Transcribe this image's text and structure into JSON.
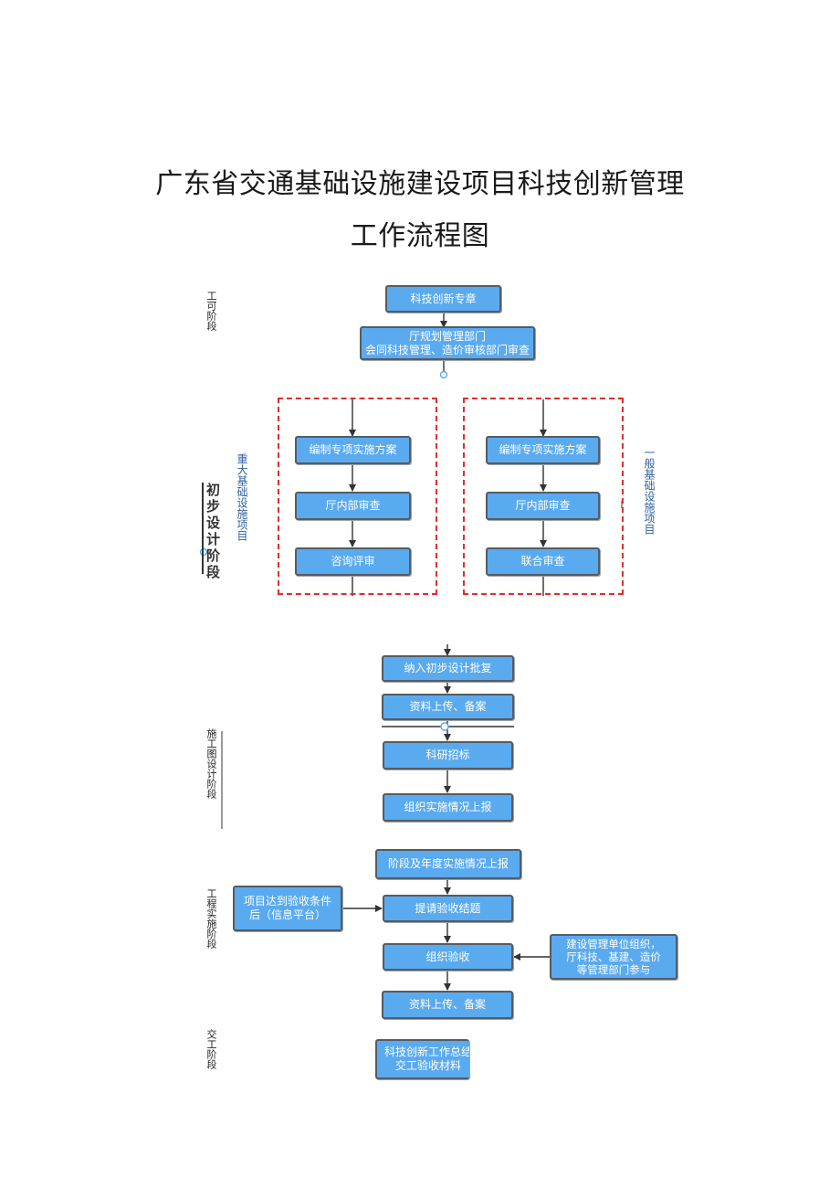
{
  "title": {
    "line1": "广东省交通基础设施建设项目科技创新管理",
    "line2": "工作流程图"
  },
  "stages": {
    "project_approval": "工可阶段",
    "preliminary_design": "初步设计阶段",
    "construction_drawing": "施工图设计阶段",
    "construction": "工程实施阶段",
    "handover": "交工阶段"
  },
  "categories": {
    "major": "重大基础设施项目",
    "general": "一般基础设施项目"
  },
  "nodes": {
    "n1": "科技创新专章",
    "n2_line1": "厅规划管理部门",
    "n2_line2": "会同科技管理、造价审核部门审查",
    "l1": "编制专项实施方案",
    "l2": "厅内部审查",
    "l3": "咨询评审",
    "r1": "编制专项实施方案",
    "r2": "厅内部审查",
    "r3": "联合审查",
    "n3": "纳入初步设计批复",
    "n4": "资料上传、备案",
    "n5": "科研招标",
    "n6": "组织实施情况上报",
    "n7": "阶段及年度实施情况上报",
    "n8": "提请验收结题",
    "n9": "组织验收",
    "n10": "资料上传、备案",
    "n11_line1": "科技创新工作总结",
    "n11_line2": "交工验收材料",
    "side_left_line1": "项目达到验收条件",
    "side_left_line2": "后（信息平台）",
    "side_right_line1": "建设管理单位组织，",
    "side_right_line2": "厅科技、基建、造价",
    "side_right_line3": "等管理部门参与"
  },
  "colors": {
    "box_fill": "#5aaaf0",
    "box_border": "#555c63",
    "dashed_border": "#dd2f2f",
    "category_text": "#2f5f9e"
  }
}
